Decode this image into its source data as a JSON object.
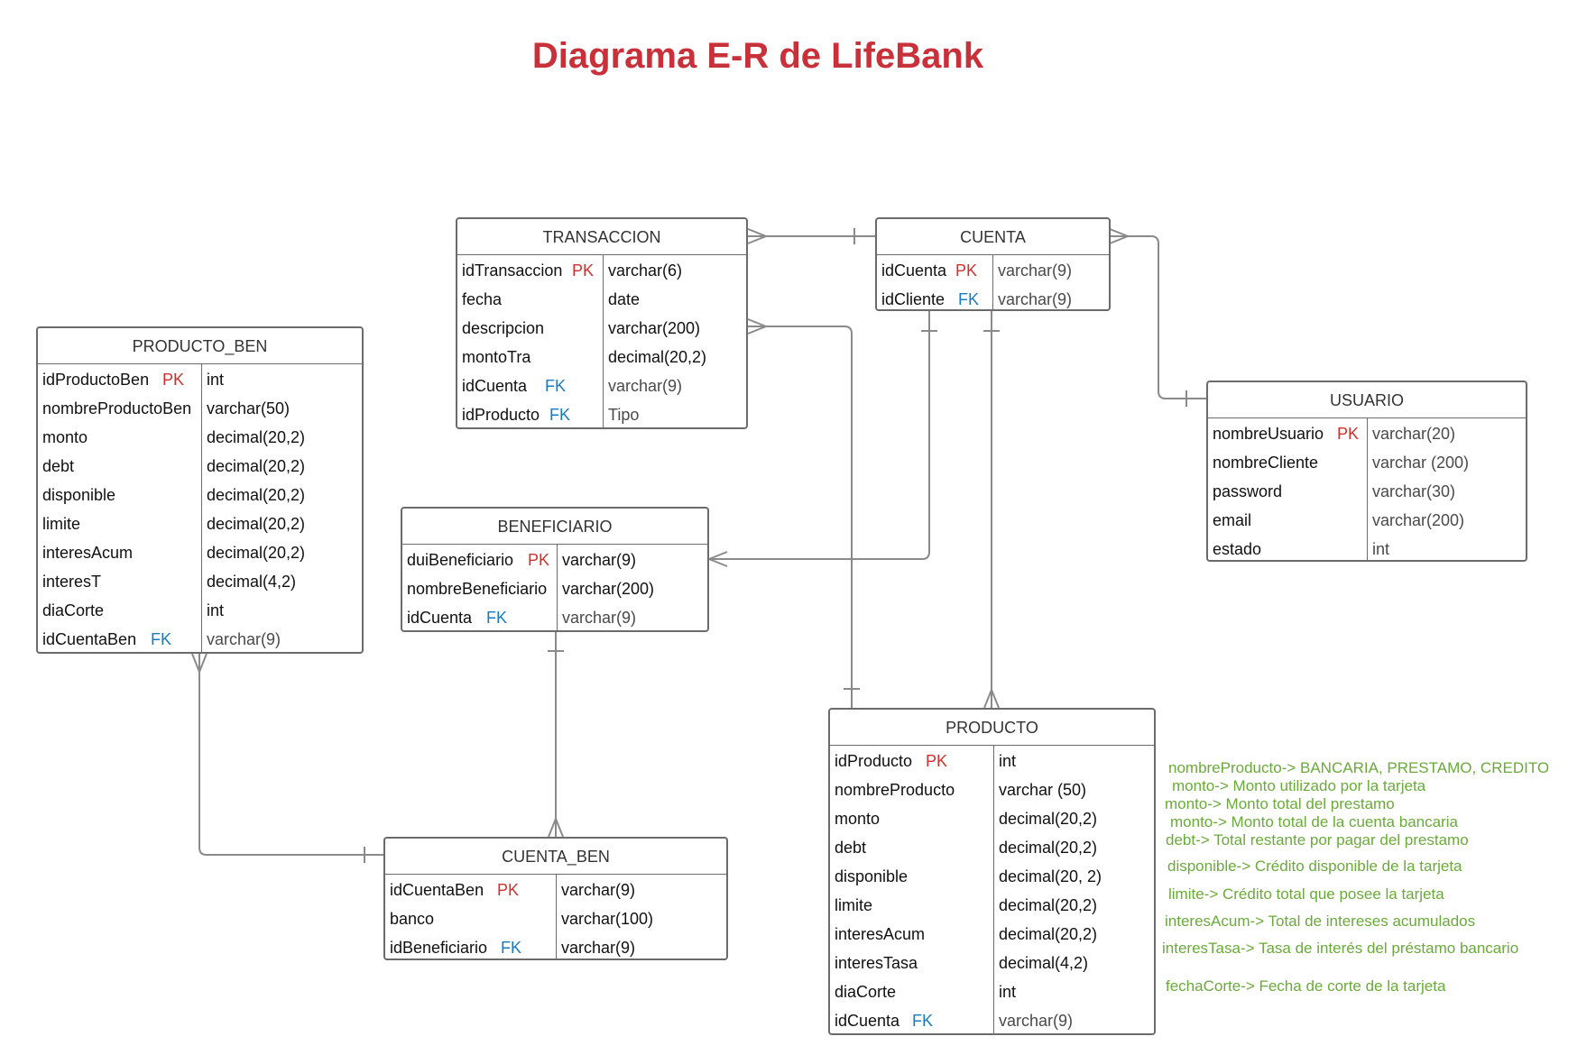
{
  "title": "Diagrama E-R de LifeBank",
  "colors": {
    "title": "#c8303a",
    "pk": "#d0312d",
    "fk": "#1a7ac0",
    "notes": "#6aaa3a",
    "lines": "#8a8a8a"
  },
  "entities": [
    {
      "id": "transaccion",
      "name": "TRANSACCION",
      "attributes": [
        {
          "name": "idTransaccion",
          "key": "PK",
          "type": "varchar(6)"
        },
        {
          "name": "fecha",
          "key": "",
          "type": "date"
        },
        {
          "name": "descripcion",
          "key": "",
          "type": "varchar(200)"
        },
        {
          "name": "montoTra",
          "key": "",
          "type": "decimal(20,2)"
        },
        {
          "name": "idCuenta",
          "key": "FK",
          "type": "varchar(9)"
        },
        {
          "name": "idProducto",
          "key": "FK",
          "type": "Tipo"
        }
      ]
    },
    {
      "id": "cuenta",
      "name": "CUENTA",
      "attributes": [
        {
          "name": "idCuenta",
          "key": "PK",
          "type": "varchar(9)"
        },
        {
          "name": "idCliente",
          "key": "FK",
          "type": "varchar(9)"
        }
      ]
    },
    {
      "id": "producto_ben",
      "name": "PRODUCTO_BEN",
      "attributes": [
        {
          "name": "idProductoBen",
          "key": "PK",
          "type": "int"
        },
        {
          "name": "nombreProductoBen",
          "key": "",
          "type": "varchar(50)"
        },
        {
          "name": "monto",
          "key": "",
          "type": "decimal(20,2)"
        },
        {
          "name": "debt",
          "key": "",
          "type": "decimal(20,2)"
        },
        {
          "name": "disponible",
          "key": "",
          "type": "decimal(20,2)"
        },
        {
          "name": "limite",
          "key": "",
          "type": "decimal(20,2)"
        },
        {
          "name": "interesAcum",
          "key": "",
          "type": "decimal(20,2)"
        },
        {
          "name": "interesT",
          "key": "",
          "type": "decimal(4,2)"
        },
        {
          "name": "diaCorte",
          "key": "",
          "type": "int"
        },
        {
          "name": "idCuentaBen",
          "key": "FK",
          "type": "varchar(9)"
        }
      ]
    },
    {
      "id": "usuario",
      "name": "USUARIO",
      "attributes": [
        {
          "name": "nombreUsuario",
          "key": "PK",
          "type": "varchar(20)"
        },
        {
          "name": "nombreCliente",
          "key": "",
          "type": "varchar (200)"
        },
        {
          "name": "password",
          "key": "",
          "type": "varchar(30)"
        },
        {
          "name": "email",
          "key": "",
          "type": "varchar(200)"
        },
        {
          "name": "estado",
          "key": "",
          "type": "int"
        }
      ]
    },
    {
      "id": "beneficiario",
      "name": "BENEFICIARIO",
      "attributes": [
        {
          "name": "duiBeneficiario",
          "key": "PK",
          "type": "varchar(9)"
        },
        {
          "name": "nombreBeneficiario",
          "key": "",
          "type": "varchar(200)"
        },
        {
          "name": "idCuenta",
          "key": "FK",
          "type": "varchar(9)"
        }
      ]
    },
    {
      "id": "producto",
      "name": "PRODUCTO",
      "attributes": [
        {
          "name": "idProducto",
          "key": "PK",
          "type": "int"
        },
        {
          "name": "nombreProducto",
          "key": "",
          "type": "varchar (50)"
        },
        {
          "name": "monto",
          "key": "",
          "type": "decimal(20,2)"
        },
        {
          "name": "debt",
          "key": "",
          "type": "decimal(20,2)"
        },
        {
          "name": "disponible",
          "key": "",
          "type": "decimal(20, 2)"
        },
        {
          "name": "limite",
          "key": "",
          "type": "decimal(20,2)"
        },
        {
          "name": "interesAcum",
          "key": "",
          "type": "decimal(20,2)"
        },
        {
          "name": "interesTasa",
          "key": "",
          "type": "decimal(4,2)"
        },
        {
          "name": "diaCorte",
          "key": "",
          "type": "int"
        },
        {
          "name": "idCuenta",
          "key": "FK",
          "type": "varchar(9)"
        }
      ]
    },
    {
      "id": "cuenta_ben",
      "name": "CUENTA_BEN",
      "attributes": [
        {
          "name": "idCuentaBen",
          "key": "PK",
          "type": "varchar(9)"
        },
        {
          "name": "banco",
          "key": "",
          "type": "varchar(100)"
        },
        {
          "name": "idBeneficiario",
          "key": "FK",
          "type": "varchar(9)"
        }
      ]
    }
  ],
  "notes": [
    "nombreProducto-> BANCARIA, PRESTAMO, CREDITO",
    "monto-> Monto utilizado por la tarjeta",
    "monto-> Monto total del prestamo",
    "monto-> Monto total de la cuenta  bancaria",
    "debt-> Total restante por pagar del prestamo",
    "disponible-> Crédito disponible de la tarjeta",
    "limite-> Crédito total que posee la tarjeta",
    "interesAcum-> Total de intereses acumulados",
    "interesTasa-> Tasa de interés del préstamo bancario",
    "fechaCorte-> Fecha de corte de la tarjeta"
  ]
}
